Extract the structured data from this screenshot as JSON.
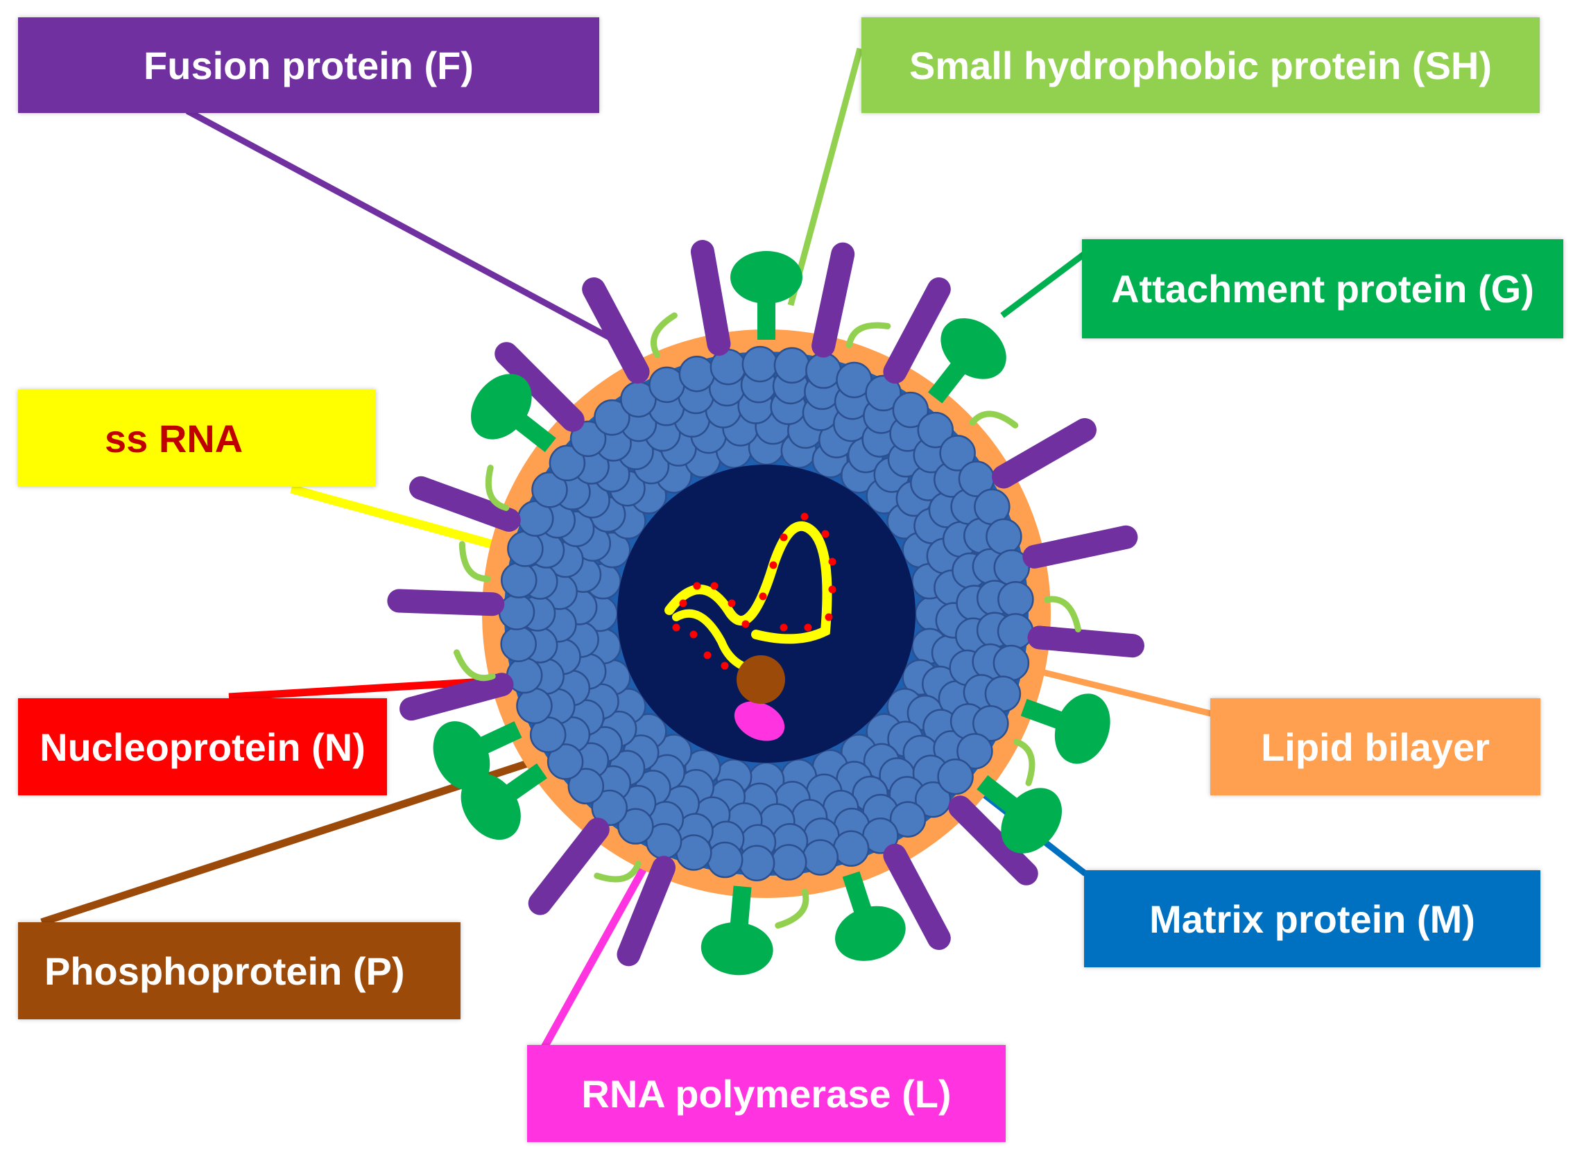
{
  "labels": {
    "fusion": "Fusion protein (F)",
    "sh": "Small hydrophobic protein (SH)",
    "attachment": "Attachment protein (G)",
    "ssrna": "ss RNA",
    "nucleoprotein": "Nucleoprotein (N)",
    "phosphoprotein": "Phosphoprotein (P)",
    "polymerase": "RNA polymerase (L)",
    "lipid": "Lipid bilayer",
    "matrix": "Matrix protein (M)"
  },
  "colors": {
    "fusion": "#7030a0",
    "sh": "#92d050",
    "attachment": "#00b050",
    "ssrna": "#ffff00",
    "ssrna_text": "#c00000",
    "nucleoprotein": "#ff0000",
    "phosphoprotein": "#9c4a0a",
    "polymerase": "#ff33e0",
    "lipid": "#ffa050",
    "matrix": "#0070c0",
    "matrix_particle": "#4a7ac0",
    "core": "#061a5a"
  }
}
